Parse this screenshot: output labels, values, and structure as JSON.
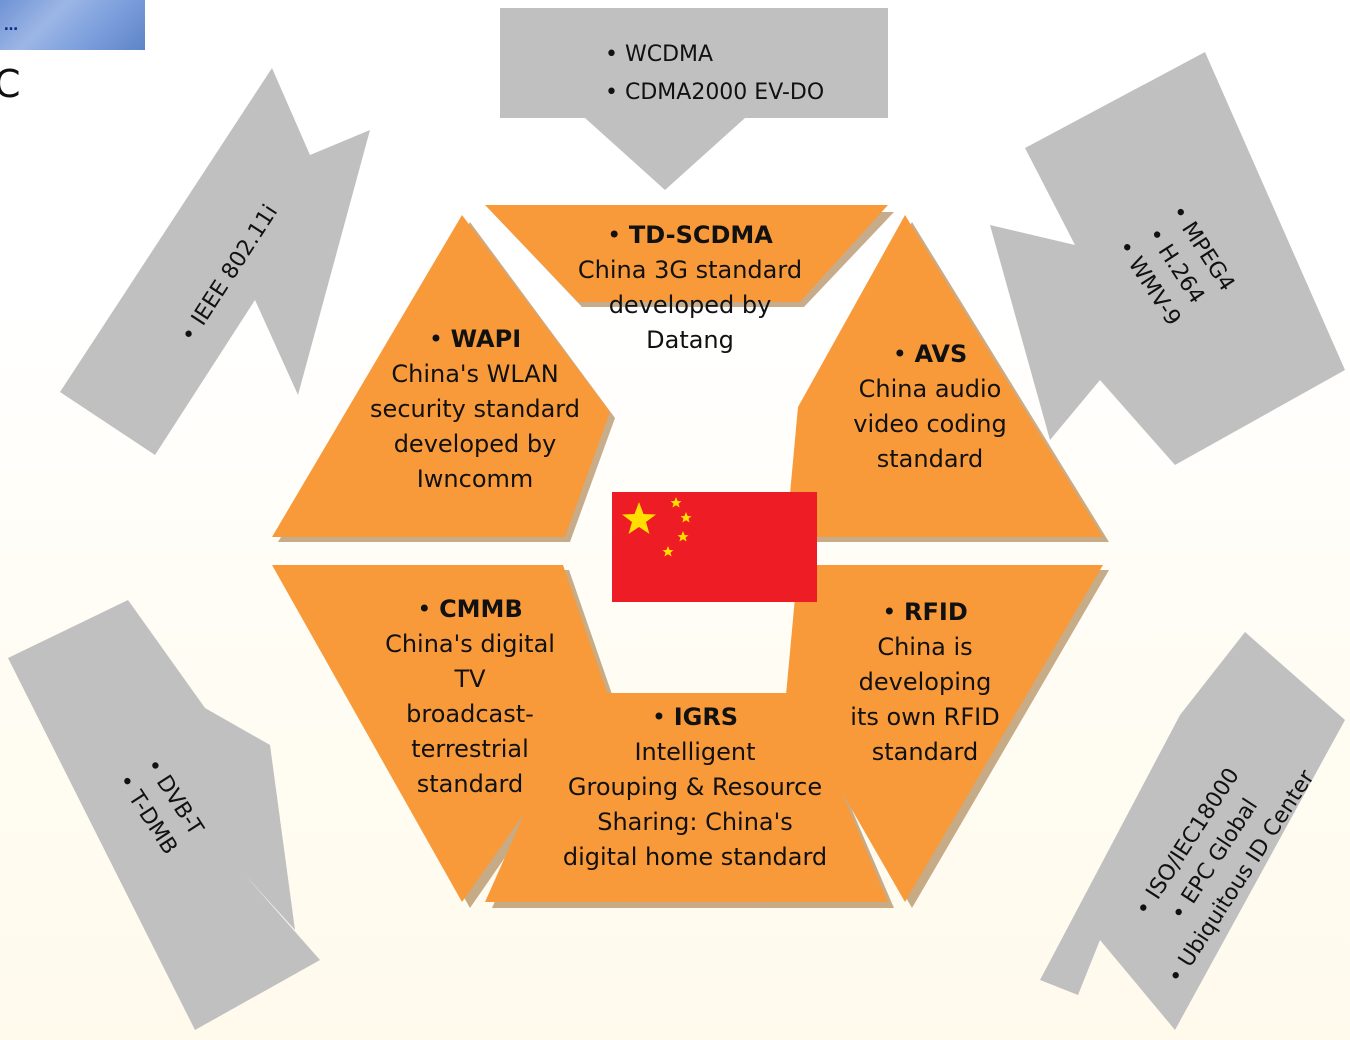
{
  "corner_text": "C",
  "logo_text": "…",
  "center": {
    "td_scdma": {
      "title": "TD-SCDMA",
      "lines": [
        "China 3G standard",
        "developed by",
        "Datang"
      ]
    },
    "wapi": {
      "title": "WAPI",
      "lines": [
        "China's WLAN",
        "security standard",
        "developed by",
        "Iwncomm"
      ]
    },
    "avs": {
      "title": "AVS",
      "lines": [
        "China audio",
        "video coding",
        "standard"
      ]
    },
    "cmmb": {
      "title": "CMMB",
      "lines": [
        "China's digital",
        "TV",
        "broadcast-",
        "terrestrial",
        "standard"
      ]
    },
    "igrs": {
      "title": "IGRS",
      "lines": [
        "Intelligent",
        "Grouping & Resource",
        "Sharing: China's",
        "digital home standard"
      ]
    },
    "rfid": {
      "title": "RFID",
      "lines": [
        "China is",
        "developing",
        "its own RFID",
        "standard"
      ]
    }
  },
  "foreign": {
    "top": [
      "WCDMA",
      "CDMA2000 EV-DO"
    ],
    "top_left": [
      "IEEE 802.11i"
    ],
    "top_right": [
      "MPEG4",
      "H.264",
      "WMV-9"
    ],
    "bottom_left": [
      "DVB-T",
      "T-DMB"
    ],
    "bottom_right": [
      "ISO/IEC18000",
      "EPC Global",
      "Ubiquitous ID Center"
    ]
  },
  "bullet": "•",
  "colors": {
    "orange": "#F89A3A",
    "orange_shadow": "#9a6a30",
    "gray_arrow": "#C0C0C0",
    "flag_red": "#EE1C25",
    "flag_star": "#FFDE00"
  }
}
